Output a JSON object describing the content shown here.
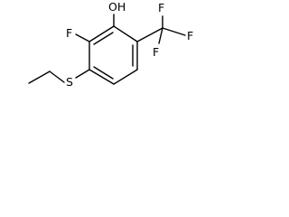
{
  "molecule": {
    "atoms": {
      "hydroxyl": "OH",
      "fluoro": "F",
      "thio": "S",
      "cf3_f_top": "F",
      "cf3_f_right": "F",
      "cf3_f_bottom": "F"
    }
  },
  "colors": {
    "bond": "#000000",
    "label": "#000000",
    "background": "#ffffff"
  }
}
